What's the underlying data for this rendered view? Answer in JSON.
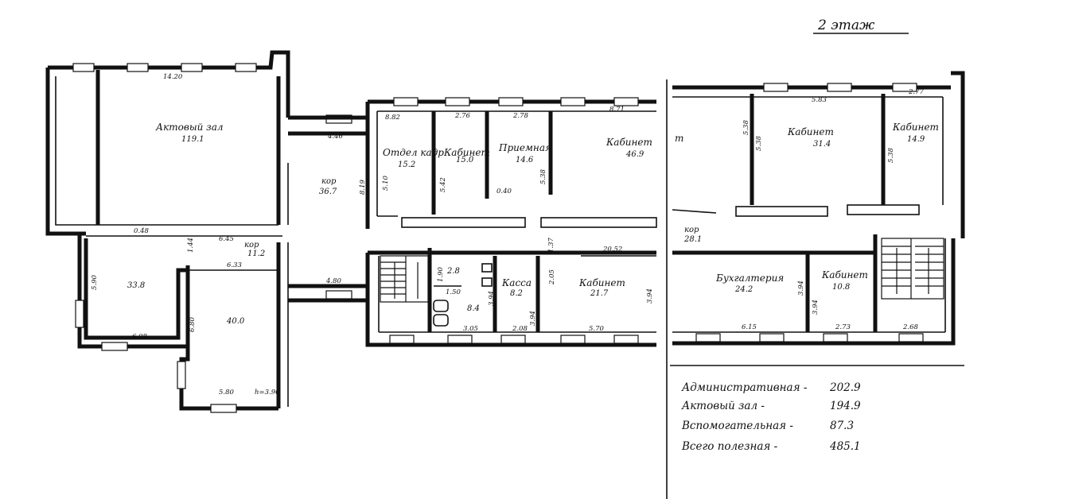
{
  "floor_title": "2 этаж",
  "rooms": {
    "assembly_hall": {
      "name": "Актовый зал",
      "area": "119.1"
    },
    "hr_dept": {
      "name": "Отдел кадр",
      "area": "15.2"
    },
    "office_15": {
      "name": "Кабинет",
      "area": "15.0"
    },
    "reception": {
      "name": "Приемная",
      "area": "14.6"
    },
    "office_46": {
      "name": "Кабинет",
      "area": "46.9"
    },
    "office_31": {
      "name": "Кабинет",
      "area": "31.4"
    },
    "office_14": {
      "name": "Кабинет",
      "area": "14.9"
    },
    "corridor_main": {
      "name": "кор",
      "area": "36.7"
    },
    "corridor_small": {
      "name": "кор",
      "area": "11.2"
    },
    "corridor_right": {
      "name": "кор",
      "area": "28.1"
    },
    "room_33": {
      "area": "33.8"
    },
    "room_40": {
      "area": "40.0"
    },
    "wc_28": {
      "area": "2.8"
    },
    "wc_84": {
      "area": "8.4"
    },
    "cashier": {
      "name": "Касса",
      "area": "8.2"
    },
    "office_21": {
      "name": "Кабинет",
      "area": "21.7"
    },
    "accounting": {
      "name": "Бухгалтерия",
      "area": "24.2"
    },
    "office_10": {
      "name": "Кабинет",
      "area": "10.8"
    }
  },
  "dimensions": {
    "d_1420": "14.20",
    "d_446": "4.46",
    "d_882": "8.82",
    "d_276": "2.76",
    "d_278": "2.78",
    "d_871": "8.71",
    "d_583": "5.83",
    "d_277": "2.77",
    "d_819": "8.19",
    "d_510": "5.10",
    "d_542": "5.42",
    "d_040": "0.40",
    "d_538a": "5.38",
    "d_538b": "5.38",
    "d_538c": "5.38",
    "d_538d": "5.38",
    "d_048": "0.48",
    "d_645": "6.45",
    "d_144": "1.44",
    "d_633": "6.33",
    "d_590": "5.90",
    "d_608": "6.08",
    "d_680": "6.80",
    "d_580": "5.80",
    "d_h": "h=3.90",
    "d_480": "4.80",
    "d_190": "1.90",
    "d_150": "1.50",
    "d_137": "1.37",
    "d_205": "2.05",
    "d_2052": "20.52",
    "d_394a": "3.94",
    "d_394b": "3.94",
    "d_394c": "3.94",
    "d_394d": "3.94",
    "d_394e": "3.94",
    "d_305": "3.05",
    "d_208": "2.08",
    "d_570": "5.70",
    "d_615": "6.15",
    "d_273": "2.73",
    "d_268": "2.68"
  },
  "summary": [
    {
      "label": "Административная -",
      "value": "202.9"
    },
    {
      "label": "Актовый зал -",
      "value": "194.9"
    },
    {
      "label": "Вспомогательная -",
      "value": "87.3"
    },
    {
      "label": "Всего полезная -",
      "value": "485.1"
    }
  ],
  "partial_text": "т"
}
